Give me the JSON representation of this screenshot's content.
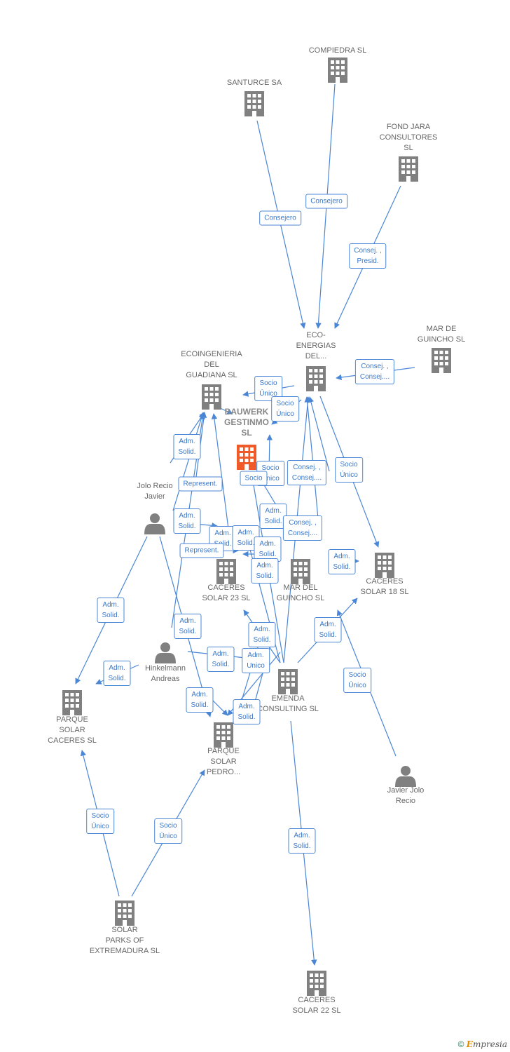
{
  "colors": {
    "edge": "#4a86d6",
    "building": "#808080",
    "focus": "#f05a28",
    "person": "#808080"
  },
  "nodes": {
    "compiedra": {
      "label": "COMPIEDRA SL",
      "icon": "building-icon"
    },
    "santurce": {
      "label": "SANTURCE SA",
      "icon": "building-icon"
    },
    "fondjara": {
      "label": "FOND JARA\nCONSULTORES\nSL",
      "icon": "building-icon"
    },
    "mardeguincho": {
      "label": "MAR DE\nGUINCHO  SL",
      "icon": "building-icon"
    },
    "eco": {
      "label": "ECO-\nENERGIAS\nDEL...",
      "icon": "building-icon"
    },
    "ecoing": {
      "label": "ECOINGENIERIA\nDEL\nGUADIANA  SL",
      "icon": "building-icon"
    },
    "bauwerk": {
      "label": "BAUWERK\nGESTINMO\nSL",
      "icon": "building-icon"
    },
    "jolo": {
      "label": "Jolo Recio\nJavier",
      "icon": "person-icon"
    },
    "caceres23": {
      "label": "CACERES\nSOLAR 23 SL",
      "icon": "building-icon"
    },
    "mardel": {
      "label": "MAR DEL\nGUINCHO SL",
      "icon": "building-icon"
    },
    "caceres18": {
      "label": "CACERES\nSOLAR 18 SL",
      "icon": "building-icon"
    },
    "hinkelmann": {
      "label": "Hinkelmann\nAndreas",
      "icon": "person-icon"
    },
    "emenda": {
      "label": "EMENDA\nCONSULTING SL",
      "icon": "building-icon"
    },
    "parquecaceres": {
      "label": "PARQUE\nSOLAR\nCACERES SL",
      "icon": "building-icon"
    },
    "parquepedro": {
      "label": "PARQUE\nSOLAR\nPEDRO...",
      "icon": "building-icon"
    },
    "javierjolo": {
      "label": "Javier Jolo\nRecio",
      "icon": "person-icon"
    },
    "solarparks": {
      "label": "SOLAR\nPARKS OF\nEXTREMADURA SL",
      "icon": "building-icon"
    },
    "caceres22": {
      "label": "CACERES\nSOLAR 22 SL",
      "icon": "building-icon"
    }
  },
  "edge_labels": [
    "Consejero",
    "Consejero",
    "Consej. ,\nPresid.",
    "Consej. ,\nConsej....",
    "Socio\nÚnico",
    "Socio\nÚnico",
    "Adm.\nSolid.",
    "Represent.",
    "Adm.\nSolid.",
    "Adm.\nSolid.",
    "Socio\nÚnico",
    "Consej. ,\nConsej....",
    "Socio\nÚnico",
    "Adm.\nSolid.",
    "Consej. ,\nConsej....",
    "Adm.\nSolid.",
    "Represent.",
    "Adm.\nSolid.",
    "Socio",
    "Adm.\nSolid.",
    "Adm.\nSolid.",
    "Adm.\nSolid.",
    "Adm.\nSolid.",
    "Adm.\nSolid.",
    "Adm.\nSolid.",
    "Adm.\nUnico",
    "Adm.\nSolid.",
    "Adm.\nSolid.",
    "Adm.\nSolid.",
    "Adm.\nSolid.",
    "Socio\nÚnico",
    "Socio\nÚnico",
    "Socio\nÚnico",
    "Adm.\nSolid."
  ],
  "footer": {
    "copyright": "©",
    "brand_first": "E",
    "brand_rest": "mpresia"
  }
}
